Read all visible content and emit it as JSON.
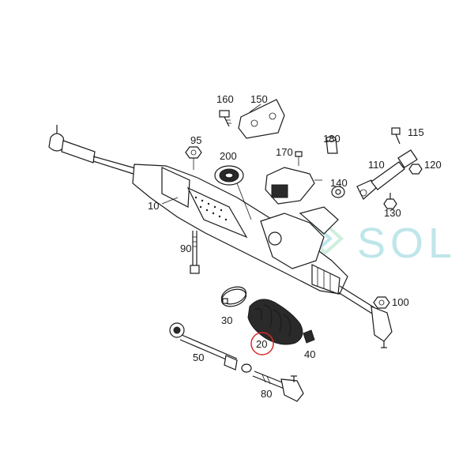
{
  "watermark": {
    "text": "SOL",
    "color": "#bfe6ea"
  },
  "parts": [
    {
      "id": "label-10",
      "text": "10"
    },
    {
      "id": "label-20",
      "text": "20",
      "highlight_color": "#d62b2b"
    },
    {
      "id": "label-30",
      "text": "30"
    },
    {
      "id": "label-40",
      "text": "40"
    },
    {
      "id": "label-50",
      "text": "50"
    },
    {
      "id": "label-80",
      "text": "80"
    },
    {
      "id": "label-90",
      "text": "90"
    },
    {
      "id": "label-95",
      "text": "95"
    },
    {
      "id": "label-100",
      "text": "100"
    },
    {
      "id": "label-110",
      "text": "110"
    },
    {
      "id": "label-115",
      "text": "115"
    },
    {
      "id": "label-120",
      "text": "120"
    },
    {
      "id": "label-130",
      "text": "130"
    },
    {
      "id": "label-140",
      "text": "140"
    },
    {
      "id": "label-150",
      "text": "150"
    },
    {
      "id": "label-160",
      "text": "160"
    },
    {
      "id": "label-170",
      "text": "170"
    },
    {
      "id": "label-180",
      "text": "180"
    },
    {
      "id": "label-200",
      "text": "200"
    }
  ]
}
